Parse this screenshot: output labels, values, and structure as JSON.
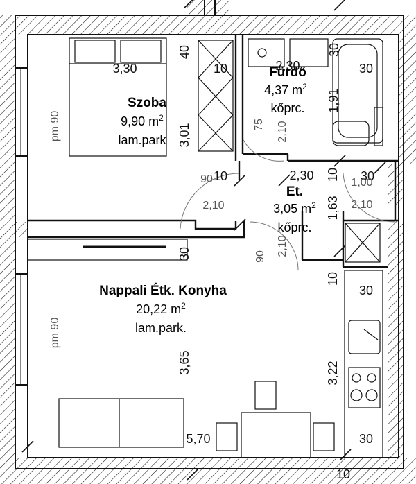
{
  "rooms": [
    {
      "id": "szoba",
      "name": "Szoba",
      "area": "9,90 m",
      "floor": "lam.park"
    },
    {
      "id": "furdo",
      "name": "Fürdő",
      "area": "4,37 m",
      "floor": "kőprc."
    },
    {
      "id": "et",
      "name": "Et.",
      "area": "3,05 m",
      "floor": "kőprc."
    },
    {
      "id": "nappali",
      "name": "Nappali Étk. Konyha",
      "area": "20,22 m",
      "floor": "lam.park."
    }
  ],
  "sup": "2",
  "dims": {
    "szoba_width": "3,30",
    "szoba_height": "3,01",
    "wall_top_left": "40",
    "wall_mid_10a": "10",
    "bath_width": "2,30",
    "bath_right": "30",
    "bath_top_30": "30",
    "bath_height": "1,91",
    "bath_door_w": "75",
    "bath_door_h": "2,10",
    "hall_90": "90",
    "hall_10a": "10",
    "hall_width": "2,30",
    "hall_10b": "10",
    "hall_30": "30",
    "hall_100": "1,00",
    "hall_210a": "2,10",
    "hall_210b": "2,10",
    "hall_height": "1,63",
    "living_door_90": "90",
    "living_door_210": "2,10",
    "living_wall_30": "30",
    "closet_10": "10",
    "kitchen_30": "30",
    "living_height": "3,65",
    "kitchen_height": "3,22",
    "living_width": "5,70",
    "bottom_30": "30",
    "bottom_10": "10",
    "pm_left_top": "pm 90",
    "pm_left_bottom": "pm 90"
  }
}
